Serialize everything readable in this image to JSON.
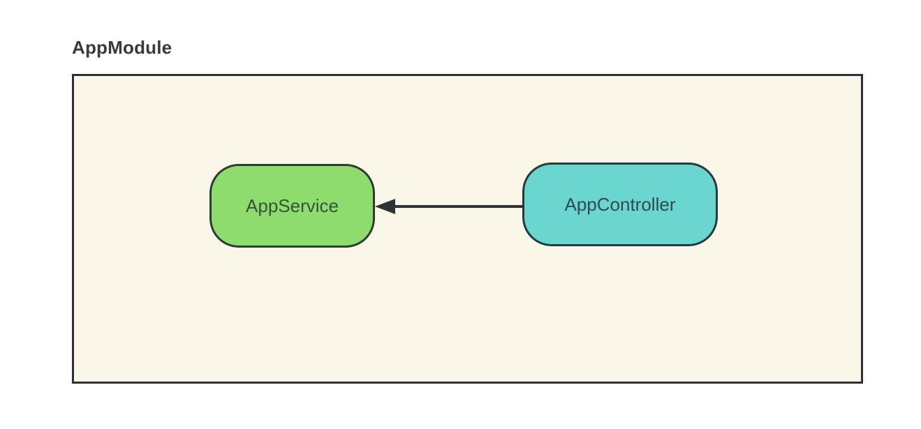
{
  "diagram": {
    "title": "AppModule",
    "nodes": [
      {
        "id": "app-service",
        "label": "AppService",
        "shape": "rounded-rect"
      },
      {
        "id": "app-controller",
        "label": "AppController",
        "shape": "rounded-rect"
      }
    ],
    "edges": [
      {
        "from": "app-controller",
        "to": "app-service",
        "style": "solid",
        "arrowhead": "filled-triangle"
      }
    ]
  },
  "colors": {
    "canvas_background": "#ffffff",
    "title_text": "#3a3a3a",
    "module_background": "#faf6e8",
    "module_border": "#2b3038",
    "service_fill": "#8edc6e",
    "service_border": "#2c3b33",
    "service_text": "#33533a",
    "controller_fill": "#6bd6d0",
    "controller_border": "#28393d",
    "controller_text": "#2e4a52",
    "arrow": "#2e3333"
  }
}
